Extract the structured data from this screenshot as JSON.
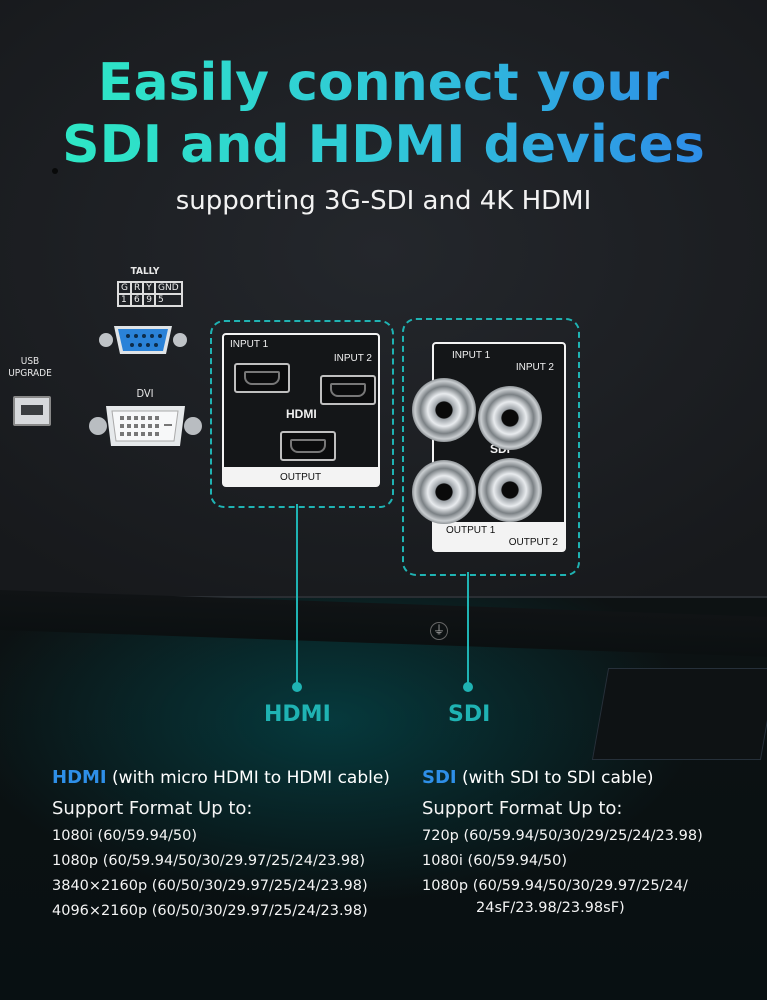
{
  "hero": {
    "title_line1": "Easily connect your",
    "title_line2": "SDI and HDMI devices",
    "subtitle": "supporting 3G-SDI and 4K HDMI"
  },
  "panel": {
    "tally_label": "TALLY",
    "tally_pins": [
      "G",
      "R",
      "Y",
      "GND",
      "1",
      "6",
      "9",
      "5"
    ],
    "usb_label_line1": "USB",
    "usb_label_line2": "UPGRADE",
    "dvi_label": "DVI",
    "hdmi_box": {
      "input1": "INPUT 1",
      "input2": "INPUT 2",
      "center": "HDMI",
      "output": "OUTPUT"
    },
    "sdi_box": {
      "input1": "INPUT 1",
      "input2": "INPUT 2",
      "center": "SDI",
      "output1": "OUTPUT 1",
      "output2": "OUTPUT 2"
    },
    "ground_symbol": "⏚"
  },
  "callouts": {
    "hdmi": "HDMI",
    "sdi": "SDI"
  },
  "specs": {
    "hdmi": {
      "name": "HDMI",
      "note": " (with micro HDMI to HDMI cable)",
      "heading": "Support Format Up to:",
      "formats": [
        "1080i (60/59.94/50)",
        "1080p (60/59.94/50/30/29.97/25/24/23.98)",
        "3840×2160p (60/50/30/29.97/25/24/23.98)",
        "4096×2160p (60/50/30/29.97/25/24/23.98)"
      ]
    },
    "sdi": {
      "name": "SDI",
      "note": " (with SDI to SDI cable)",
      "heading": "Support Format Up to:",
      "formats": [
        "720p (60/59.94/50/30/29/25/24/23.98)",
        "1080i (60/59.94/50)",
        "1080p (60/59.94/50/30/29.97/25/24/",
        "24sF/23.98/23.98sF)"
      ]
    }
  },
  "colors": {
    "accent": "#1fb3b3",
    "blue": "#2e8fe8"
  }
}
